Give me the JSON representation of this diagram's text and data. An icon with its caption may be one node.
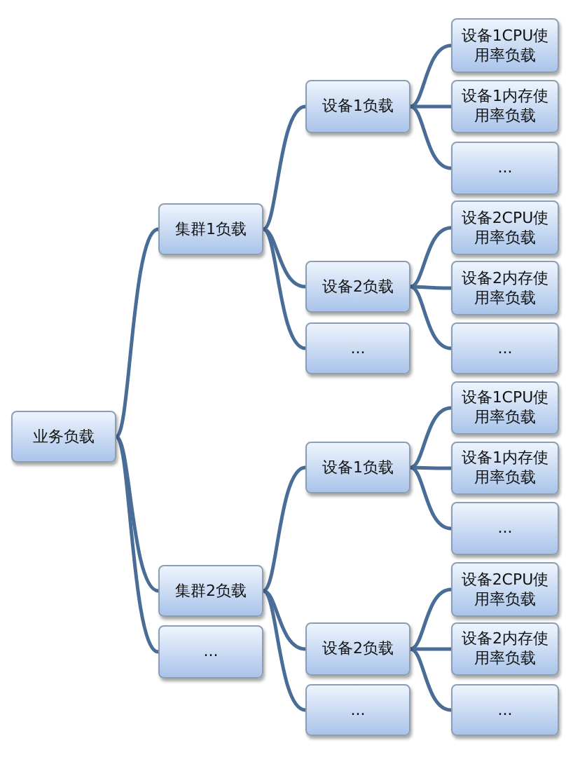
{
  "diagram": {
    "nodes": [
      {
        "text": [
          "业务负载"
        ]
      },
      {
        "text": [
          "集群1负载"
        ]
      },
      {
        "text": [
          "设备1负载"
        ]
      },
      {
        "text": [
          "设备1CPU使用率负载"
        ]
      },
      {
        "text": [
          "设备1内存使用率负载"
        ]
      },
      {
        "text": [
          "..."
        ]
      },
      {
        "text": [
          "设备2负载"
        ]
      },
      {
        "text": [
          "设备2CPU使用率负载"
        ]
      },
      {
        "text": [
          "设备2内存使用率负载"
        ]
      },
      {
        "text": [
          "..."
        ]
      },
      {
        "text": [
          "..."
        ]
      },
      {
        "text": [
          "集群2负载"
        ]
      },
      {
        "text": [
          "设备1负载"
        ]
      },
      {
        "text": [
          "设备1CPU使用率负载"
        ]
      },
      {
        "text": [
          "设备1内存使用率负载"
        ]
      },
      {
        "text": [
          "..."
        ]
      },
      {
        "text": [
          "设备2负载"
        ]
      },
      {
        "text": [
          "设备2CPU使用率负载"
        ]
      },
      {
        "text": [
          "设备2内存使用率负载"
        ]
      },
      {
        "text": [
          "..."
        ]
      },
      {
        "text": [
          "..."
        ]
      },
      {
        "text": [
          "..."
        ]
      }
    ],
    "edges": [
      {
        "from": 0,
        "to": 1,
        "arrow": "none"
      },
      {
        "from": 0,
        "to": 11,
        "arrow": "none"
      },
      {
        "from": 0,
        "to": 21,
        "arrow": "none"
      },
      {
        "from": 1,
        "to": 2,
        "arrow": "none"
      },
      {
        "from": 1,
        "to": 6,
        "arrow": "none"
      },
      {
        "from": 1,
        "to": 10,
        "arrow": "none"
      },
      {
        "from": 2,
        "to": 3,
        "arrow": "none"
      },
      {
        "from": 2,
        "to": 4,
        "arrow": "none"
      },
      {
        "from": 2,
        "to": 5,
        "arrow": "none"
      },
      {
        "from": 6,
        "to": 7,
        "arrow": "none"
      },
      {
        "from": 6,
        "to": 8,
        "arrow": "none"
      },
      {
        "from": 6,
        "to": 9,
        "arrow": "none"
      },
      {
        "from": 11,
        "to": 12,
        "arrow": "none"
      },
      {
        "from": 11,
        "to": 16,
        "arrow": "none"
      },
      {
        "from": 11,
        "to": 20,
        "arrow": "none"
      },
      {
        "from": 12,
        "to": 13,
        "arrow": "none"
      },
      {
        "from": 12,
        "to": 14,
        "arrow": "none"
      },
      {
        "from": 12,
        "to": 15,
        "arrow": "none"
      },
      {
        "from": 16,
        "to": 17,
        "arrow": "none"
      },
      {
        "from": 16,
        "to": 18,
        "arrow": "none"
      },
      {
        "from": 16,
        "to": 19,
        "arrow": "none"
      }
    ]
  }
}
